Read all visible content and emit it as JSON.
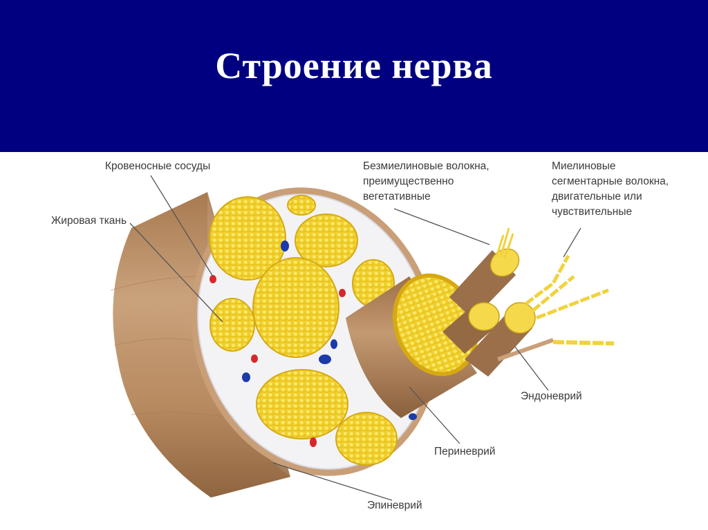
{
  "slide": {
    "title": "Строение нерва"
  },
  "diagram": {
    "labels": {
      "blood_vessels": "Кровеносные сосуды",
      "fat_tissue": "Жировая ткань",
      "unmyelinated": {
        "line1": "Безмиелиновые волокна,",
        "line2": "преимущественно",
        "line3": "вегетативные"
      },
      "myelinated": {
        "line1": "Миелиновые",
        "line2": "сегментарные волокна,",
        "line3": "двигательные или",
        "line4": "чувствительные"
      },
      "endoneurium": "Эндоневрий",
      "perineurium": "Периневрий",
      "epineurium": "Эпиневрий"
    },
    "colors": {
      "header_bg": "#000080",
      "sheath_brown": "#b78a5f",
      "fascicle_yellow": "#f7dd3a",
      "vessel_red": "#d8262a",
      "vessel_blue": "#1c3aa8"
    }
  }
}
